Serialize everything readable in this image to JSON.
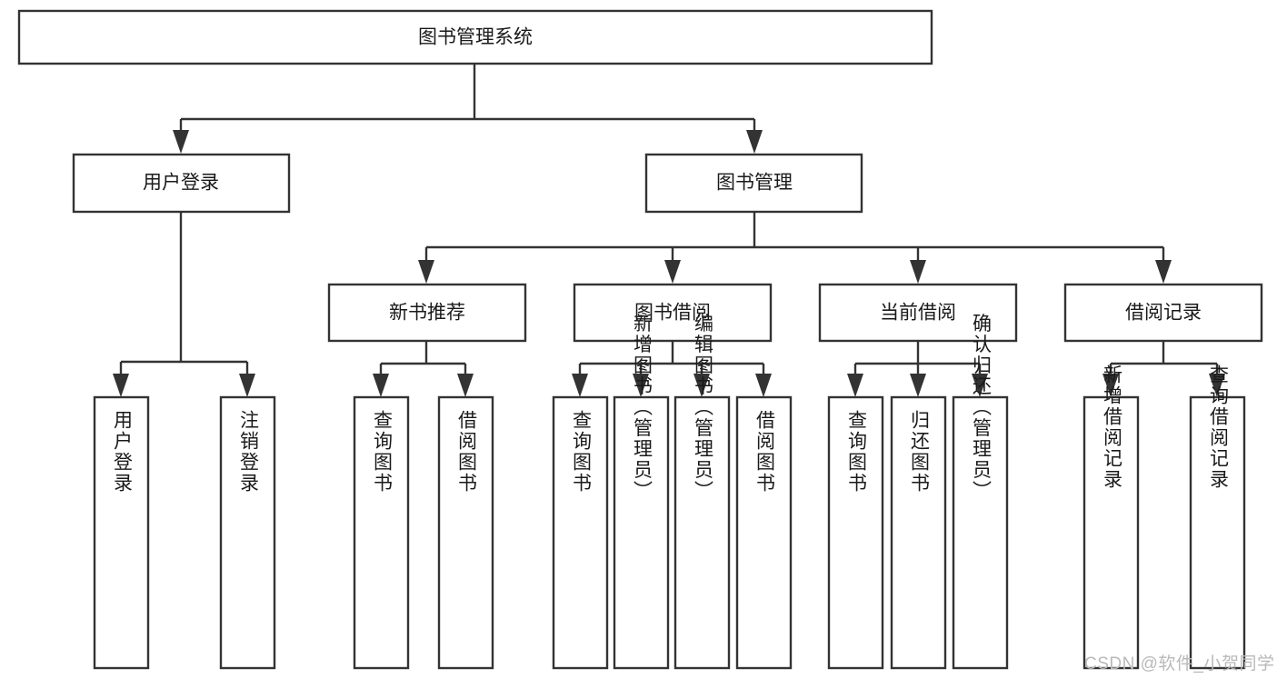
{
  "diagram": {
    "title": "图书管理系统",
    "type": "tree-hierarchy",
    "root": {
      "id": "root",
      "label": "图书管理系统",
      "orientation": "horizontal"
    },
    "level2": [
      {
        "id": "user-login",
        "label": "用户登录",
        "orientation": "horizontal"
      },
      {
        "id": "book-manage",
        "label": "图书管理",
        "orientation": "horizontal"
      }
    ],
    "level3": [
      {
        "id": "new-book-rec",
        "label": "新书推荐",
        "orientation": "horizontal",
        "parent": "book-manage"
      },
      {
        "id": "book-borrow",
        "label": "图书借阅",
        "orientation": "horizontal",
        "parent": "book-manage"
      },
      {
        "id": "current-borrow",
        "label": "当前借阅",
        "orientation": "horizontal",
        "parent": "book-manage"
      },
      {
        "id": "borrow-record",
        "label": "借阅记录",
        "orientation": "horizontal",
        "parent": "book-manage"
      }
    ],
    "leaves": [
      {
        "id": "leaf-user-login",
        "label": "用户登录",
        "orientation": "vertical",
        "parent": "user-login"
      },
      {
        "id": "leaf-user-logout",
        "label": "注销登录",
        "orientation": "vertical",
        "parent": "user-login"
      },
      {
        "id": "leaf-query-book-1",
        "label": "查询图书",
        "orientation": "vertical",
        "parent": "new-book-rec"
      },
      {
        "id": "leaf-borrow-book-1",
        "label": "借阅图书",
        "orientation": "vertical",
        "parent": "new-book-rec"
      },
      {
        "id": "leaf-query-book-2",
        "label": "查询图书",
        "orientation": "vertical",
        "parent": "book-borrow"
      },
      {
        "id": "leaf-add-book",
        "label": "新增图书（管理员）",
        "orientation": "vertical",
        "parent": "book-borrow"
      },
      {
        "id": "leaf-edit-book",
        "label": "编辑图书（管理员）",
        "orientation": "vertical",
        "parent": "book-borrow"
      },
      {
        "id": "leaf-borrow-book-2",
        "label": "借阅图书",
        "orientation": "vertical",
        "parent": "book-borrow"
      },
      {
        "id": "leaf-query-book-3",
        "label": "查询图书",
        "orientation": "vertical",
        "parent": "current-borrow"
      },
      {
        "id": "leaf-return-book",
        "label": "归还图书",
        "orientation": "vertical",
        "parent": "current-borrow"
      },
      {
        "id": "leaf-confirm-return",
        "label": "确认归还（管理员）",
        "orientation": "vertical",
        "parent": "current-borrow"
      },
      {
        "id": "leaf-add-record",
        "label": "新增借阅记录",
        "orientation": "vertical",
        "parent": "borrow-record"
      },
      {
        "id": "leaf-query-record",
        "label": "查询借阅记录",
        "orientation": "vertical",
        "parent": "borrow-record"
      }
    ],
    "colors": {
      "box_stroke": "#333333",
      "box_fill": "#ffffff",
      "text": "#1a1a1a",
      "background": "#ffffff",
      "watermark": "#b9b9b9"
    }
  },
  "watermark": {
    "text": "CSDN @软件_小贺同学"
  }
}
